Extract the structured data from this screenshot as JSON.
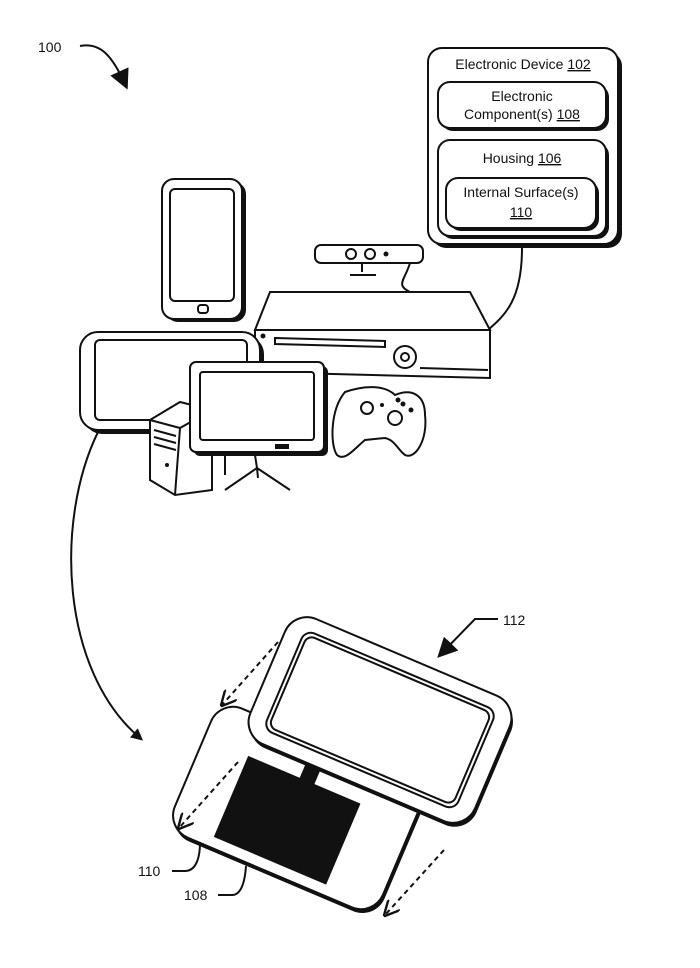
{
  "figure": {
    "ref_overall": "100",
    "ref_transform": "112",
    "ref_internal_surface": "110",
    "ref_component": "108"
  },
  "block": {
    "device_label": "Electronic Device",
    "device_ref": "102",
    "component_line1": "Electronic",
    "component_line2": "Component(s)",
    "component_ref": "108",
    "housing_label": "Housing",
    "housing_ref": "106",
    "surface_label": "Internal Surface(s)",
    "surface_ref": "110"
  },
  "devices": [
    "smartphone",
    "tablet",
    "desktop-tower",
    "monitor",
    "game-console",
    "motion-sensor",
    "gamepad"
  ]
}
